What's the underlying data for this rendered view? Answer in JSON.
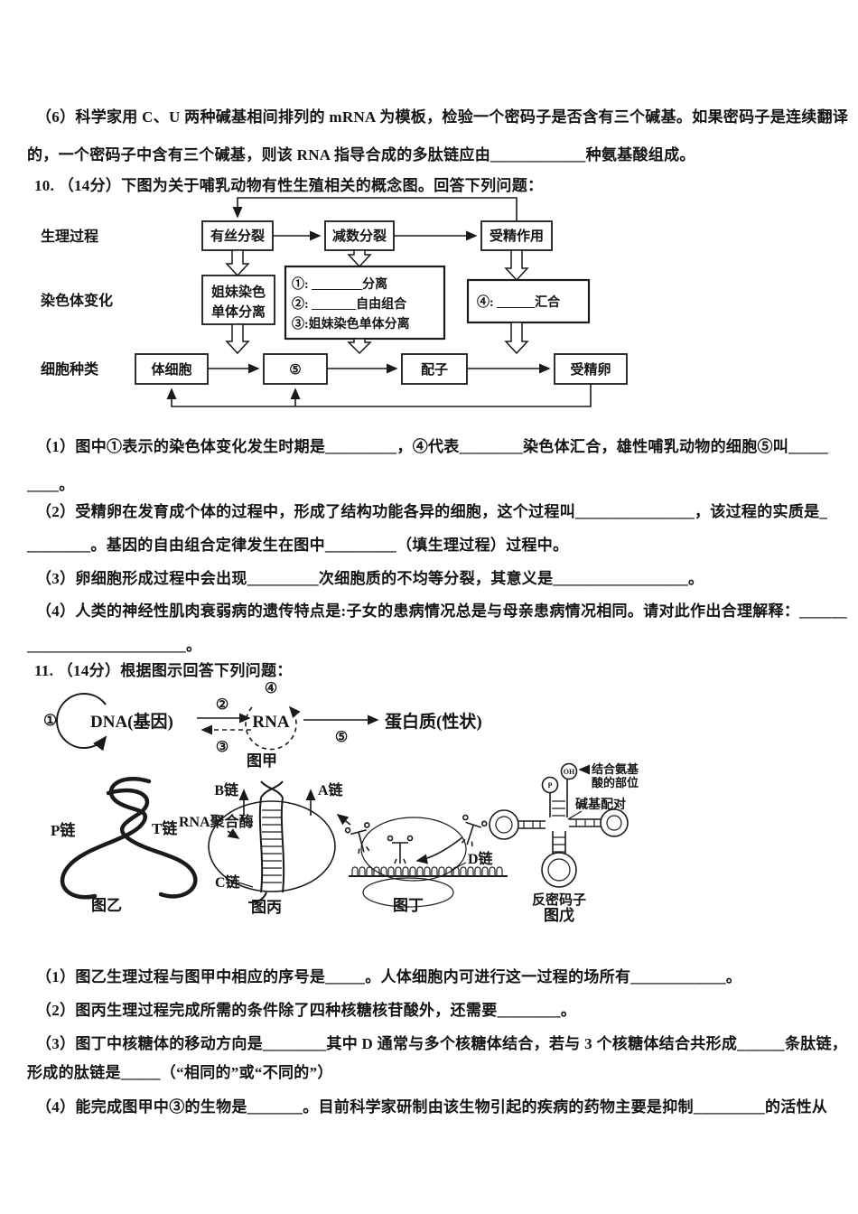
{
  "q6": {
    "line1": "（6）科学家用 C、U 两种碱基相间排列的 mRNA 为模板，检验一个密码子是否含有三个碱基。如果密码子是连续翻译",
    "line2": "的，一个密码子中含有三个碱基，则该 RNA 指导合成的多肽链应由____________种氨基酸组成。"
  },
  "q10": {
    "header": "10. （14分）下图为关于哺乳动物有性生殖相关的概念图。回答下列问题：",
    "diagram": {
      "row_labels": [
        "生理过程",
        "染色体变化",
        "细胞种类"
      ],
      "boxes": {
        "mitosis": "有丝分裂",
        "meiosis": "减数分裂",
        "fertilization": "受精作用",
        "sister1": "姐妹染色",
        "sister2": "单体分离",
        "mid1": "①: ________分离",
        "mid2": "②: _______自由组合",
        "mid3": "③:姐妹染色单体分离",
        "merge": "④: ______汇合",
        "somatic": "体细胞",
        "five": "⑤",
        "gamete": "配子",
        "zygote": "受精卵"
      }
    },
    "questions": {
      "q1_l1": "（1）图中①表示的染色体变化发生时期是_________，④代表________染色体汇合，雄性哺乳动物的细胞⑤叫_____",
      "q1_l2": "____。",
      "q2_l1": "（2）受精卵在发育成个体的过程中，形成了结构功能各异的细胞，这个过程叫_______________，该过程的实质是_",
      "q2_l2": "________。基因的自由组合定律发生在图中_________（填生理过程）过程中。",
      "q3": "（3）卵细胞形成过程中会出现_________次细胞质的不均等分裂，其意义是_________________。",
      "q4_l1": "（4）人类的神经性肌肉衰弱病的遗传特点是:子女的患病情况总是与母亲患病情况相同。请对此作出合理解释：______",
      "q4_l2": "____________________。"
    }
  },
  "q11": {
    "header": "11. （14分）根据图示回答下列问题：",
    "fig_jia": {
      "n1": "①",
      "dna": "DNA(基因)",
      "n2": "②",
      "n3": "③",
      "n4": "④",
      "rna": "RNA",
      "n5": "⑤",
      "protein": "蛋白质(性状)",
      "caption": "图甲"
    },
    "fig_yi": {
      "p": "P链",
      "t": "T链",
      "caption": "图乙"
    },
    "fig_bing": {
      "b": "B链",
      "a": "A链",
      "enzyme": "RNA聚合酶",
      "c": "C链",
      "caption": "图丙"
    },
    "fig_ding": {
      "d": "D链",
      "caption": "图丁"
    },
    "fig_wu": {
      "oh": "OH",
      "p": "P",
      "amino1": "结合氨基",
      "amino2": "酸的部位",
      "pair": "碱基配对",
      "anticodon": "反密码子",
      "caption": "图戊"
    },
    "questions": {
      "q1": "（1）图乙生理过程与图甲中相应的序号是_____。人体细胞内可进行这一过程的场所有____________。",
      "q2": "（2）图丙生理过程完成所需的条件除了四种核糖核苷酸外，还需要________。",
      "q3_l1": "（3）图丁中核糖体的移动方向是________其中 D 通常与多个核糖体结合，若与 3 个核糖体结合共形成______条肽链，",
      "q3_l2": "形成的肽链是_____（“相同的”或“不同的”）",
      "q4": "（4）能完成图甲中③的生物是_______。目前科学家研制由该生物引起的疾病的药物主要是抑制_________的活性从"
    }
  }
}
